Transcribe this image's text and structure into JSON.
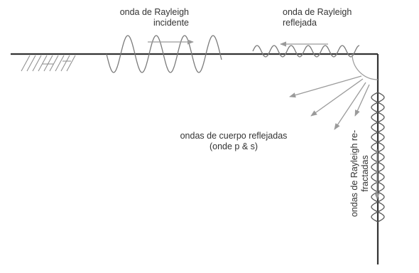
{
  "labels": {
    "incident": [
      "onda de Rayleigh",
      "incidente"
    ],
    "reflected": [
      "onda de Rayleigh",
      "reflejada"
    ],
    "body_waves": [
      "ondas de cuerpo reflejadas",
      "(onde p & s)"
    ],
    "refracted": [
      "ondas de Rayleigh re-",
      "fractadas"
    ]
  },
  "colors": {
    "line": "#333333",
    "wave": "#7a7a7a",
    "arrow": "#9a9a9a",
    "text": "#333333"
  }
}
